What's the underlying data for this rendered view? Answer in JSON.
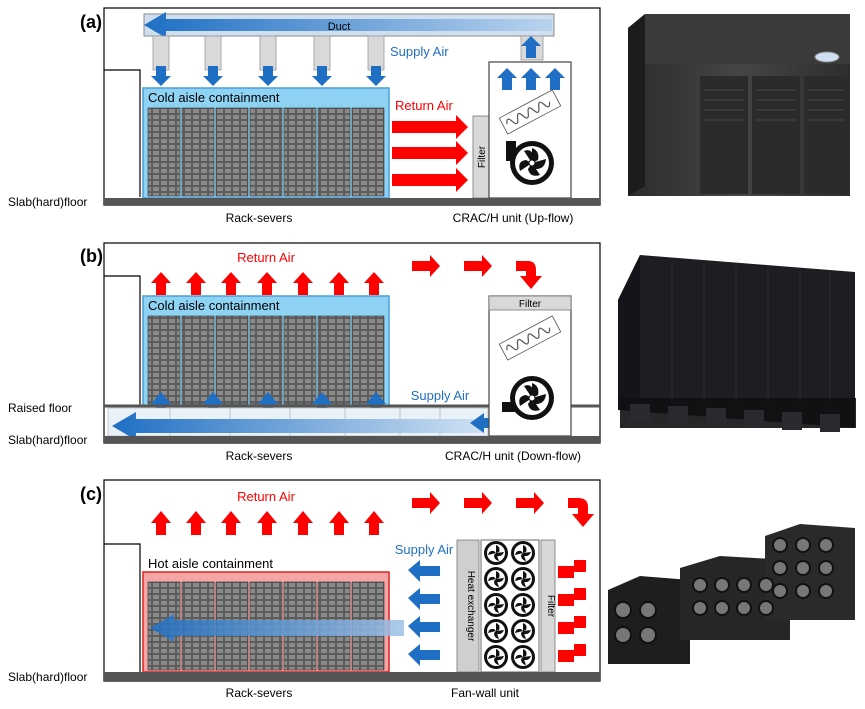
{
  "panels": [
    {
      "label": "(a)",
      "containment": "Cold aisle containment",
      "duct": "Duct",
      "supply_air": "Supply Air",
      "return_air": "Return Air",
      "filter": "Filter",
      "floor": "Slab(hard)floor",
      "racks": "Rack-severs",
      "unit": "CRAC/H unit (Up-flow)"
    },
    {
      "label": "(b)",
      "containment": "Cold aisle containment",
      "return_air": "Return Air",
      "supply_air": "Supply Air",
      "filter": "Filter",
      "raised_floor": "Raised floor",
      "floor": "Slab(hard)floor",
      "racks": "Rack-severs",
      "unit": "CRAC/H unit (Down-flow)"
    },
    {
      "label": "(c)",
      "containment": "Hot aisle containment",
      "return_air": "Return Air",
      "supply_air": "Supply Air",
      "heat_exchanger": "Heat exchanger",
      "filter": "Filter",
      "floor": "Slab(hard)floor",
      "racks": "Rack-severs",
      "unit": "Fan-wall unit"
    }
  ],
  "colors": {
    "supply": "#1f6fc4",
    "return": "#ff0000",
    "cold_aisle": "#8fd3f4",
    "hot_aisle": "#f4a6a6",
    "duct": "#a9c8e8",
    "floor": "#555555"
  },
  "icons": [
    "fan-icon",
    "coil-icon",
    "crac-unit-photo",
    "fan-wall-photo"
  ]
}
